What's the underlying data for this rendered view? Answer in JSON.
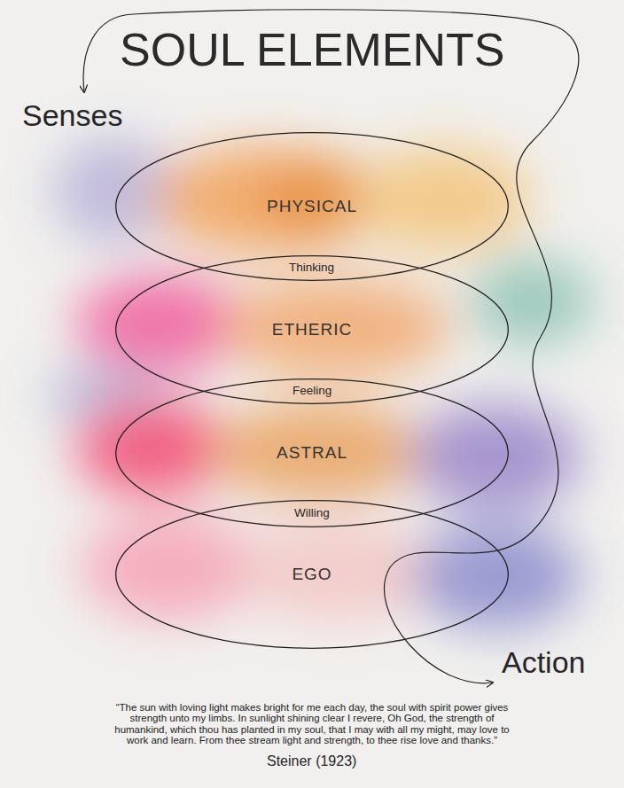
{
  "diagram": {
    "title": "SOUL ELEMENTS",
    "caption": "“The sun with loving light makes bright for me each day, the soul with spirit power gives strength unto my limbs. In sunlight shining clear I revere, Oh God, the strength of humankind, which thou has planted in my soul, that I may with all my might, may love to work and learn. From thee stream light and strength, to thee rise love and thanks.”",
    "nodes": [
      {
        "text": [
          "PHYSICAL"
        ]
      },
      {
        "text": [
          "ETHERIC"
        ]
      },
      {
        "text": [
          "ASTRAL"
        ]
      },
      {
        "text": [
          "EGO"
        ]
      }
    ],
    "labels": [
      "Senses",
      "Thinking",
      "Feeling",
      "Willing",
      "Action",
      "Steiner (1923)"
    ]
  }
}
